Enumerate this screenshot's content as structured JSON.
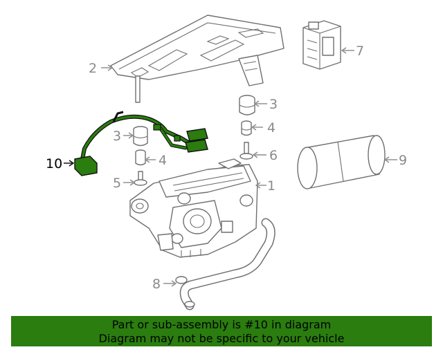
{
  "callouts": [
    {
      "num": "1",
      "highlight": false
    },
    {
      "num": "2",
      "highlight": false
    },
    {
      "num": "3",
      "highlight": false
    },
    {
      "num": "3",
      "highlight": false
    },
    {
      "num": "4",
      "highlight": false
    },
    {
      "num": "4",
      "highlight": false
    },
    {
      "num": "5",
      "highlight": false
    },
    {
      "num": "6",
      "highlight": false
    },
    {
      "num": "7",
      "highlight": false
    },
    {
      "num": "8",
      "highlight": false
    },
    {
      "num": "9",
      "highlight": false
    },
    {
      "num": "10",
      "highlight": true
    }
  ],
  "banner": {
    "line1": "Part or sub-assembly is #10 in diagram",
    "line2": "Diagram may not be specific to your vehicle"
  },
  "colors": {
    "highlight_part": "#2a7d0e",
    "banner_bg": "#2a7d0e",
    "line_art": "#6f6f6f",
    "callout_text": "#8a8a8a"
  }
}
